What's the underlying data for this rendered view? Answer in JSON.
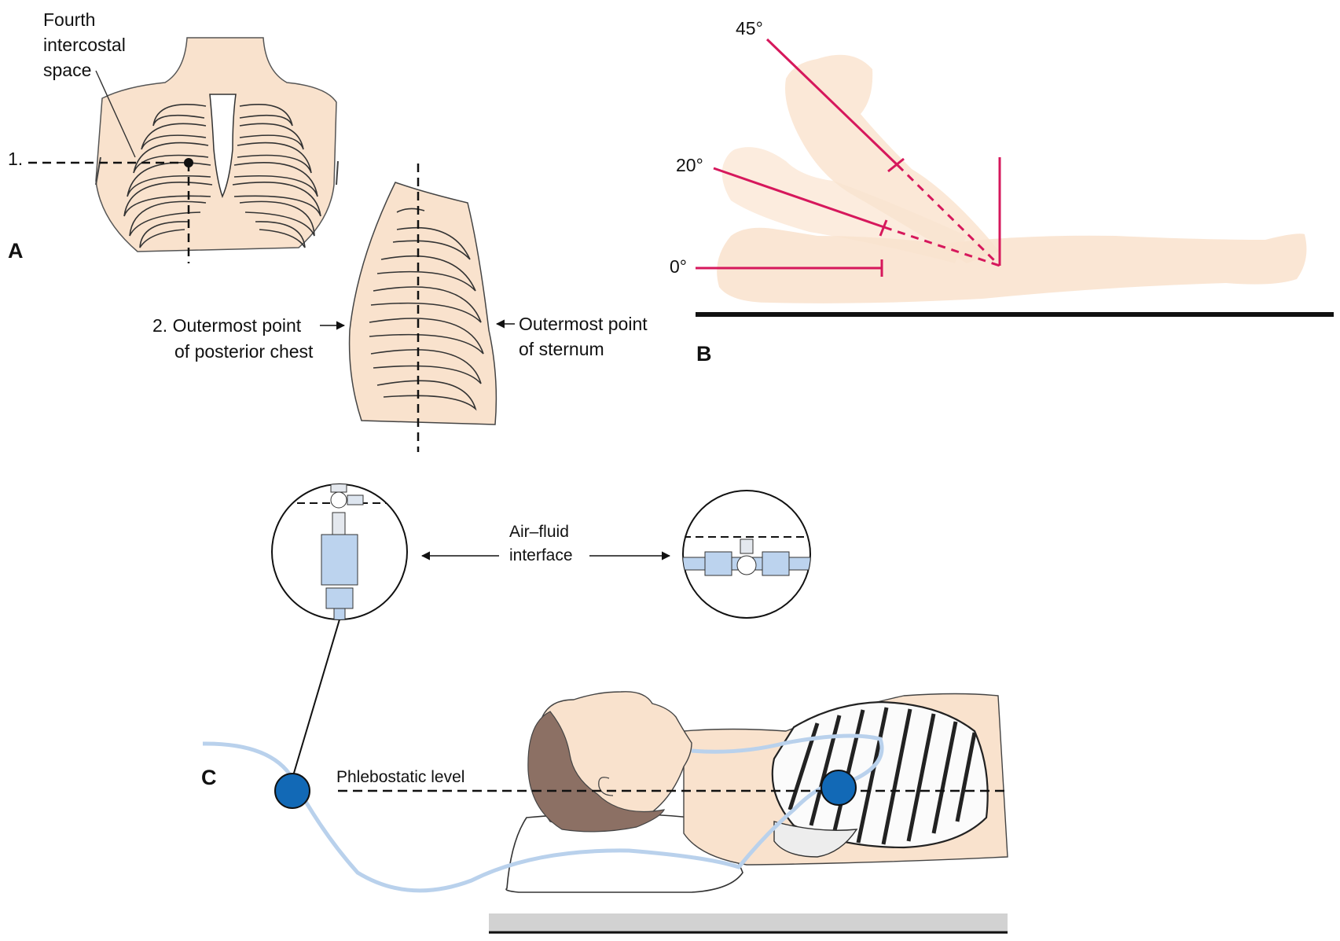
{
  "panel_a": {
    "letter": "A",
    "fourth_line1": "Fourth",
    "fourth_line2": "intercostal",
    "fourth_line3": "space",
    "step1": "1.",
    "posterior_line1": "2. Outermost point",
    "posterior_line2": "of posterior chest",
    "sternum_line1": "Outermost point",
    "sternum_line2": "of sternum"
  },
  "panel_b": {
    "letter": "B",
    "angles": [
      "45°",
      "20°",
      "0°"
    ]
  },
  "panel_c": {
    "letter": "C",
    "interface_line1": "Air–fluid",
    "interface_line2": "interface",
    "level_label": "Phlebostatic level"
  },
  "colors": {
    "skin": "#f9e2cd",
    "angle_line": "#d6185c",
    "transducer": "#1269b6",
    "tubing": "#b9d1ec",
    "hair": "#8c7064"
  }
}
